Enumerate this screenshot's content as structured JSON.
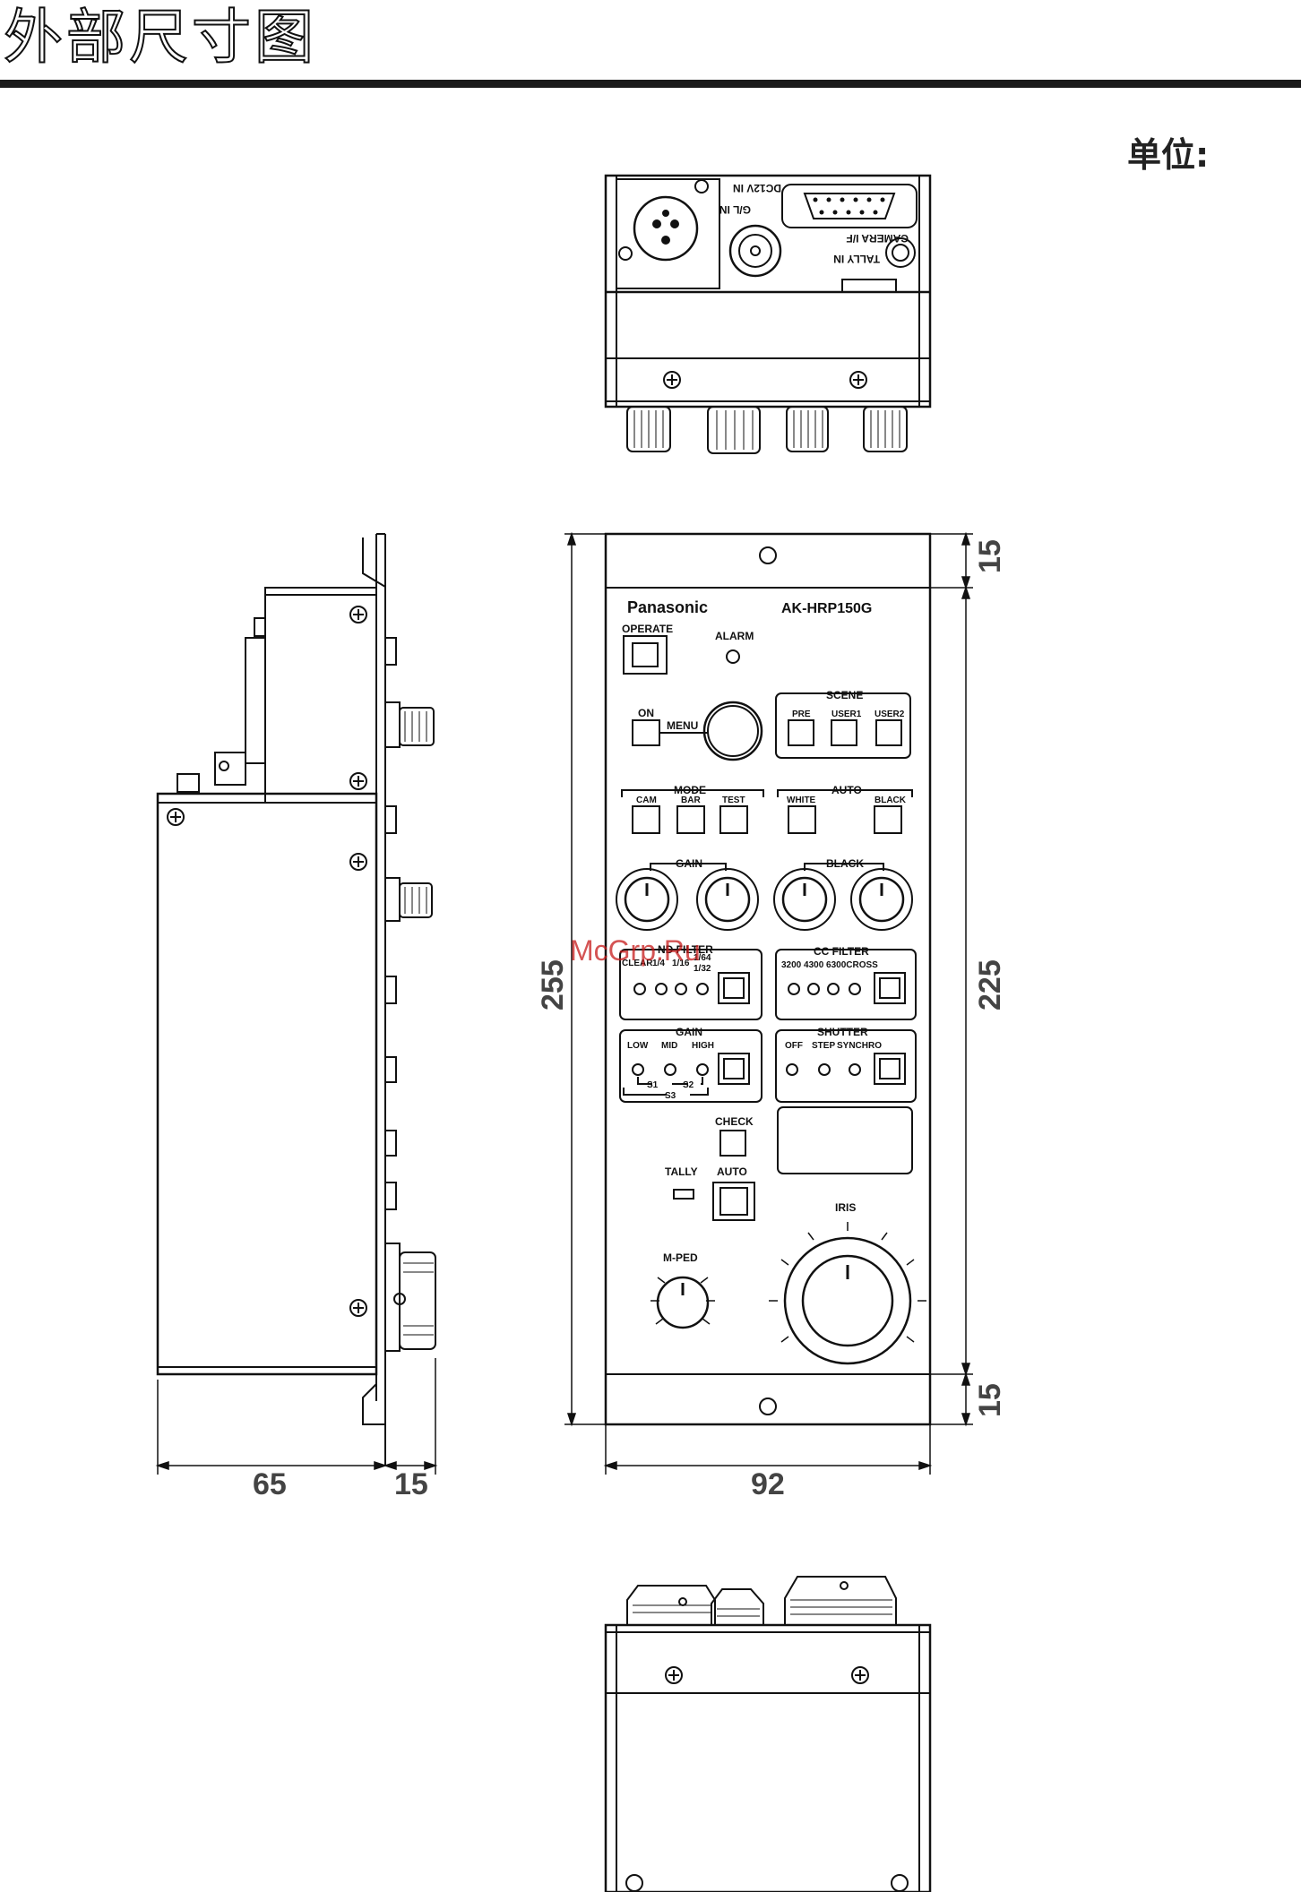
{
  "page": {
    "title": "外部尺寸图",
    "unit_label": "单位:"
  },
  "top_view": {
    "labels": {
      "dc_in": "DC12V IN",
      "gl_in": "G/L IN",
      "camera_vf": "CAMERA I/F",
      "tally_in": "TALLY IN"
    }
  },
  "front_panel": {
    "brand": "Panasonic",
    "model": "AK-HRP150G",
    "labels": {
      "operate": "OPERATE",
      "alarm": "ALARM",
      "on": "ON",
      "menu": "MENU",
      "scene": "SCENE",
      "pre": "PRE",
      "user1": "USER1",
      "user2": "USER2",
      "mode": "MODE",
      "cam": "CAM",
      "bar": "BAR",
      "test": "TEST",
      "auto": "AUTO",
      "white": "WHITE",
      "black": "BLACK",
      "gain": "GAIN",
      "black_knobs": "BLACK",
      "nd_filter": "ND FILTER",
      "nd_clear": "CLEAR",
      "nd_1_4": "1/4",
      "nd_1_16": "1/16",
      "nd_1_64": "1/64",
      "nd_1_32": "1/32",
      "cc_filter": "CC FILTER",
      "cc_values": "3200 4300 6300CROSS",
      "gain_select": "GAIN",
      "low": "LOW",
      "mid": "MID",
      "high": "HIGH",
      "s1": "S1",
      "s2": "S2",
      "s3": "S3",
      "shutter": "SHUTTER",
      "off": "OFF",
      "step": "STEP",
      "synchro": "SYNCHRO",
      "check": "CHECK",
      "tally": "TALLY",
      "iris_auto": "AUTO",
      "iris": "IRIS",
      "m_ped": "M-PED"
    }
  },
  "dimensions": {
    "side_depth": "65",
    "side_flange": "15",
    "width": "92",
    "height_total": "255",
    "height_inner": "225",
    "top_margin": "15",
    "bottom_margin": "15"
  },
  "watermark": "McGrp.Ru",
  "colors": {
    "line": "#111111",
    "dimension_text": "#444444",
    "title_rule": "#1a1a1a",
    "watermark": "#c61a1a"
  }
}
